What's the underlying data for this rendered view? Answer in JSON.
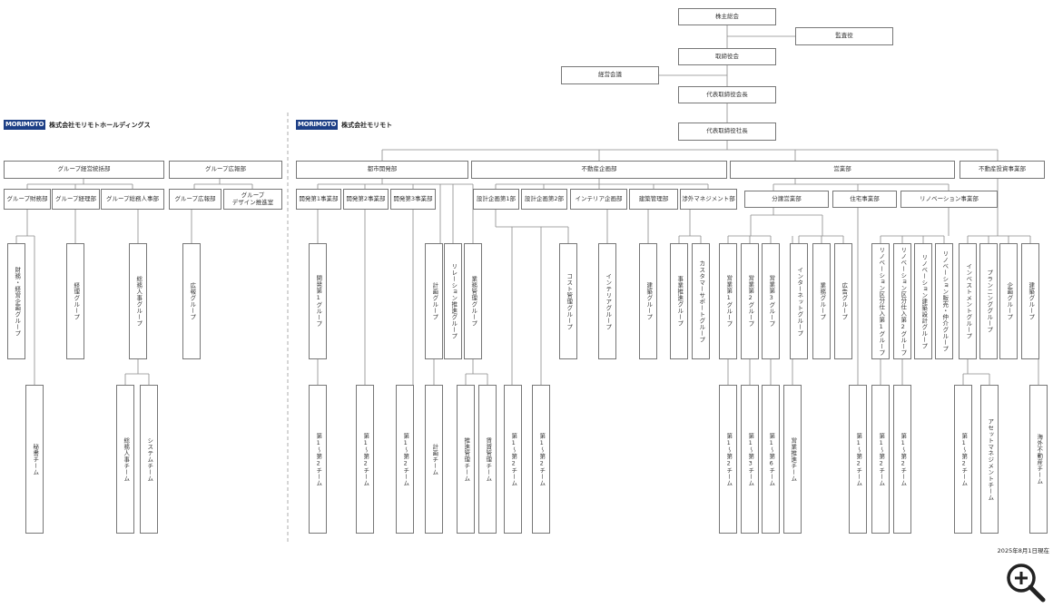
{
  "top_nodes": {
    "shareholders": "株主総会",
    "auditor": "監査役",
    "board": "取締役会",
    "mgmt_meeting": "経営会議",
    "chairman": "代表取締役会長",
    "president": "代表取締役社長"
  },
  "logos": {
    "holdings_mark": "MORIMOTO",
    "holdings_name": "株式会社モリモトホールディングス",
    "morimoto_mark": "MORIMOTO",
    "morimoto_name": "株式会社モリモト"
  },
  "hd": {
    "div_mgmt": "グループ経営統括部",
    "div_pr": "グループ広報部",
    "dept_fin": "グループ財務部",
    "dept_acc": "グループ経理部",
    "dept_ga": "グループ総務人事部",
    "dept_pr": "グループ広報部",
    "dept_design": "グループ\nデザイン推進室",
    "grp_fin": "財務・経営企画グループ",
    "grp_acc": "経理グループ",
    "grp_ga": "総務人事グループ",
    "grp_pr": "広報グループ",
    "team_sec": "秘書チーム",
    "team_ga": "総務人事チーム",
    "team_sys": "システムチーム"
  },
  "mm": {
    "div_urban": "都市開発部",
    "div_re": "不動産企画部",
    "div_sales": "営業部",
    "div_inv": "不動産投資事業部",
    "d_dev1": "開発第1事業部",
    "d_dev2": "開発第2事業部",
    "d_dev3": "開発第3事業部",
    "d_plan1": "設計企画第1部",
    "d_plan2": "設計企画第2部",
    "d_int": "インテリア企画部",
    "d_build": "建築管理部",
    "d_ext": "渉外マネジメント部",
    "d_sales": "分譲営業部",
    "d_housing": "住宅事業部",
    "d_renov": "リノベーション事業部",
    "g_dev1": "開発第1グループ",
    "g_plan": "計画グループ",
    "g_reloc": "リレーション推進グループ",
    "g_biz": "業務管理グループ",
    "g_cost": "コスト管理グループ",
    "g_int": "インテリアグループ",
    "g_build": "建築グループ",
    "g_promo": "事業推進グループ",
    "g_cs": "カスタマーサポートグループ",
    "g_s1": "営業第1グループ",
    "g_s2": "営業第2グループ",
    "g_s3": "営業第3グループ",
    "g_net": "インターネットグループ",
    "g_ops": "業務グループ",
    "g_ad": "広告グループ",
    "g_rv1": "リノベーション区分仕入第1グループ",
    "g_rv2": "リノベーション区分仕入第2グループ",
    "g_rvd": "リノベーション建築設計グループ",
    "g_rvs": "リノベーション販売・仲介グループ",
    "g_invest": "インベストメントグループ",
    "g_planning": "プランニンググループ",
    "g_kikaku": "企画グループ",
    "g_kenchiku": "建築グループ",
    "t_dev1": "第1～第2チーム",
    "t_dev2": "第1～第2チーム",
    "t_dev3": "第1～第2チーム",
    "t_plan": "計画チーム",
    "t_promo": "推進管理チーム",
    "t_lease": "賃貸管理チーム",
    "t_p1": "第1～第2チーム",
    "t_p2": "第1～第2チーム",
    "t_s1": "第1～第2チーム",
    "t_s2": "第1～第3チーム",
    "t_s3": "第1～第6チーム",
    "t_spromo": "営業推進チーム",
    "t_h": "第1～第2チーム",
    "t_rv1": "第1～第2チーム",
    "t_rv2": "第1～第2チーム",
    "t_inv": "第1～第2チーム",
    "t_am": "アセットマネジメントチーム",
    "t_overseas": "海外不動産チーム"
  },
  "as_of": "2025年8月1日現在",
  "icons": {
    "zoom": "zoom-in-icon"
  },
  "colors": {
    "line": "#888888",
    "border": "#777777",
    "logo": "#1d3f86"
  }
}
